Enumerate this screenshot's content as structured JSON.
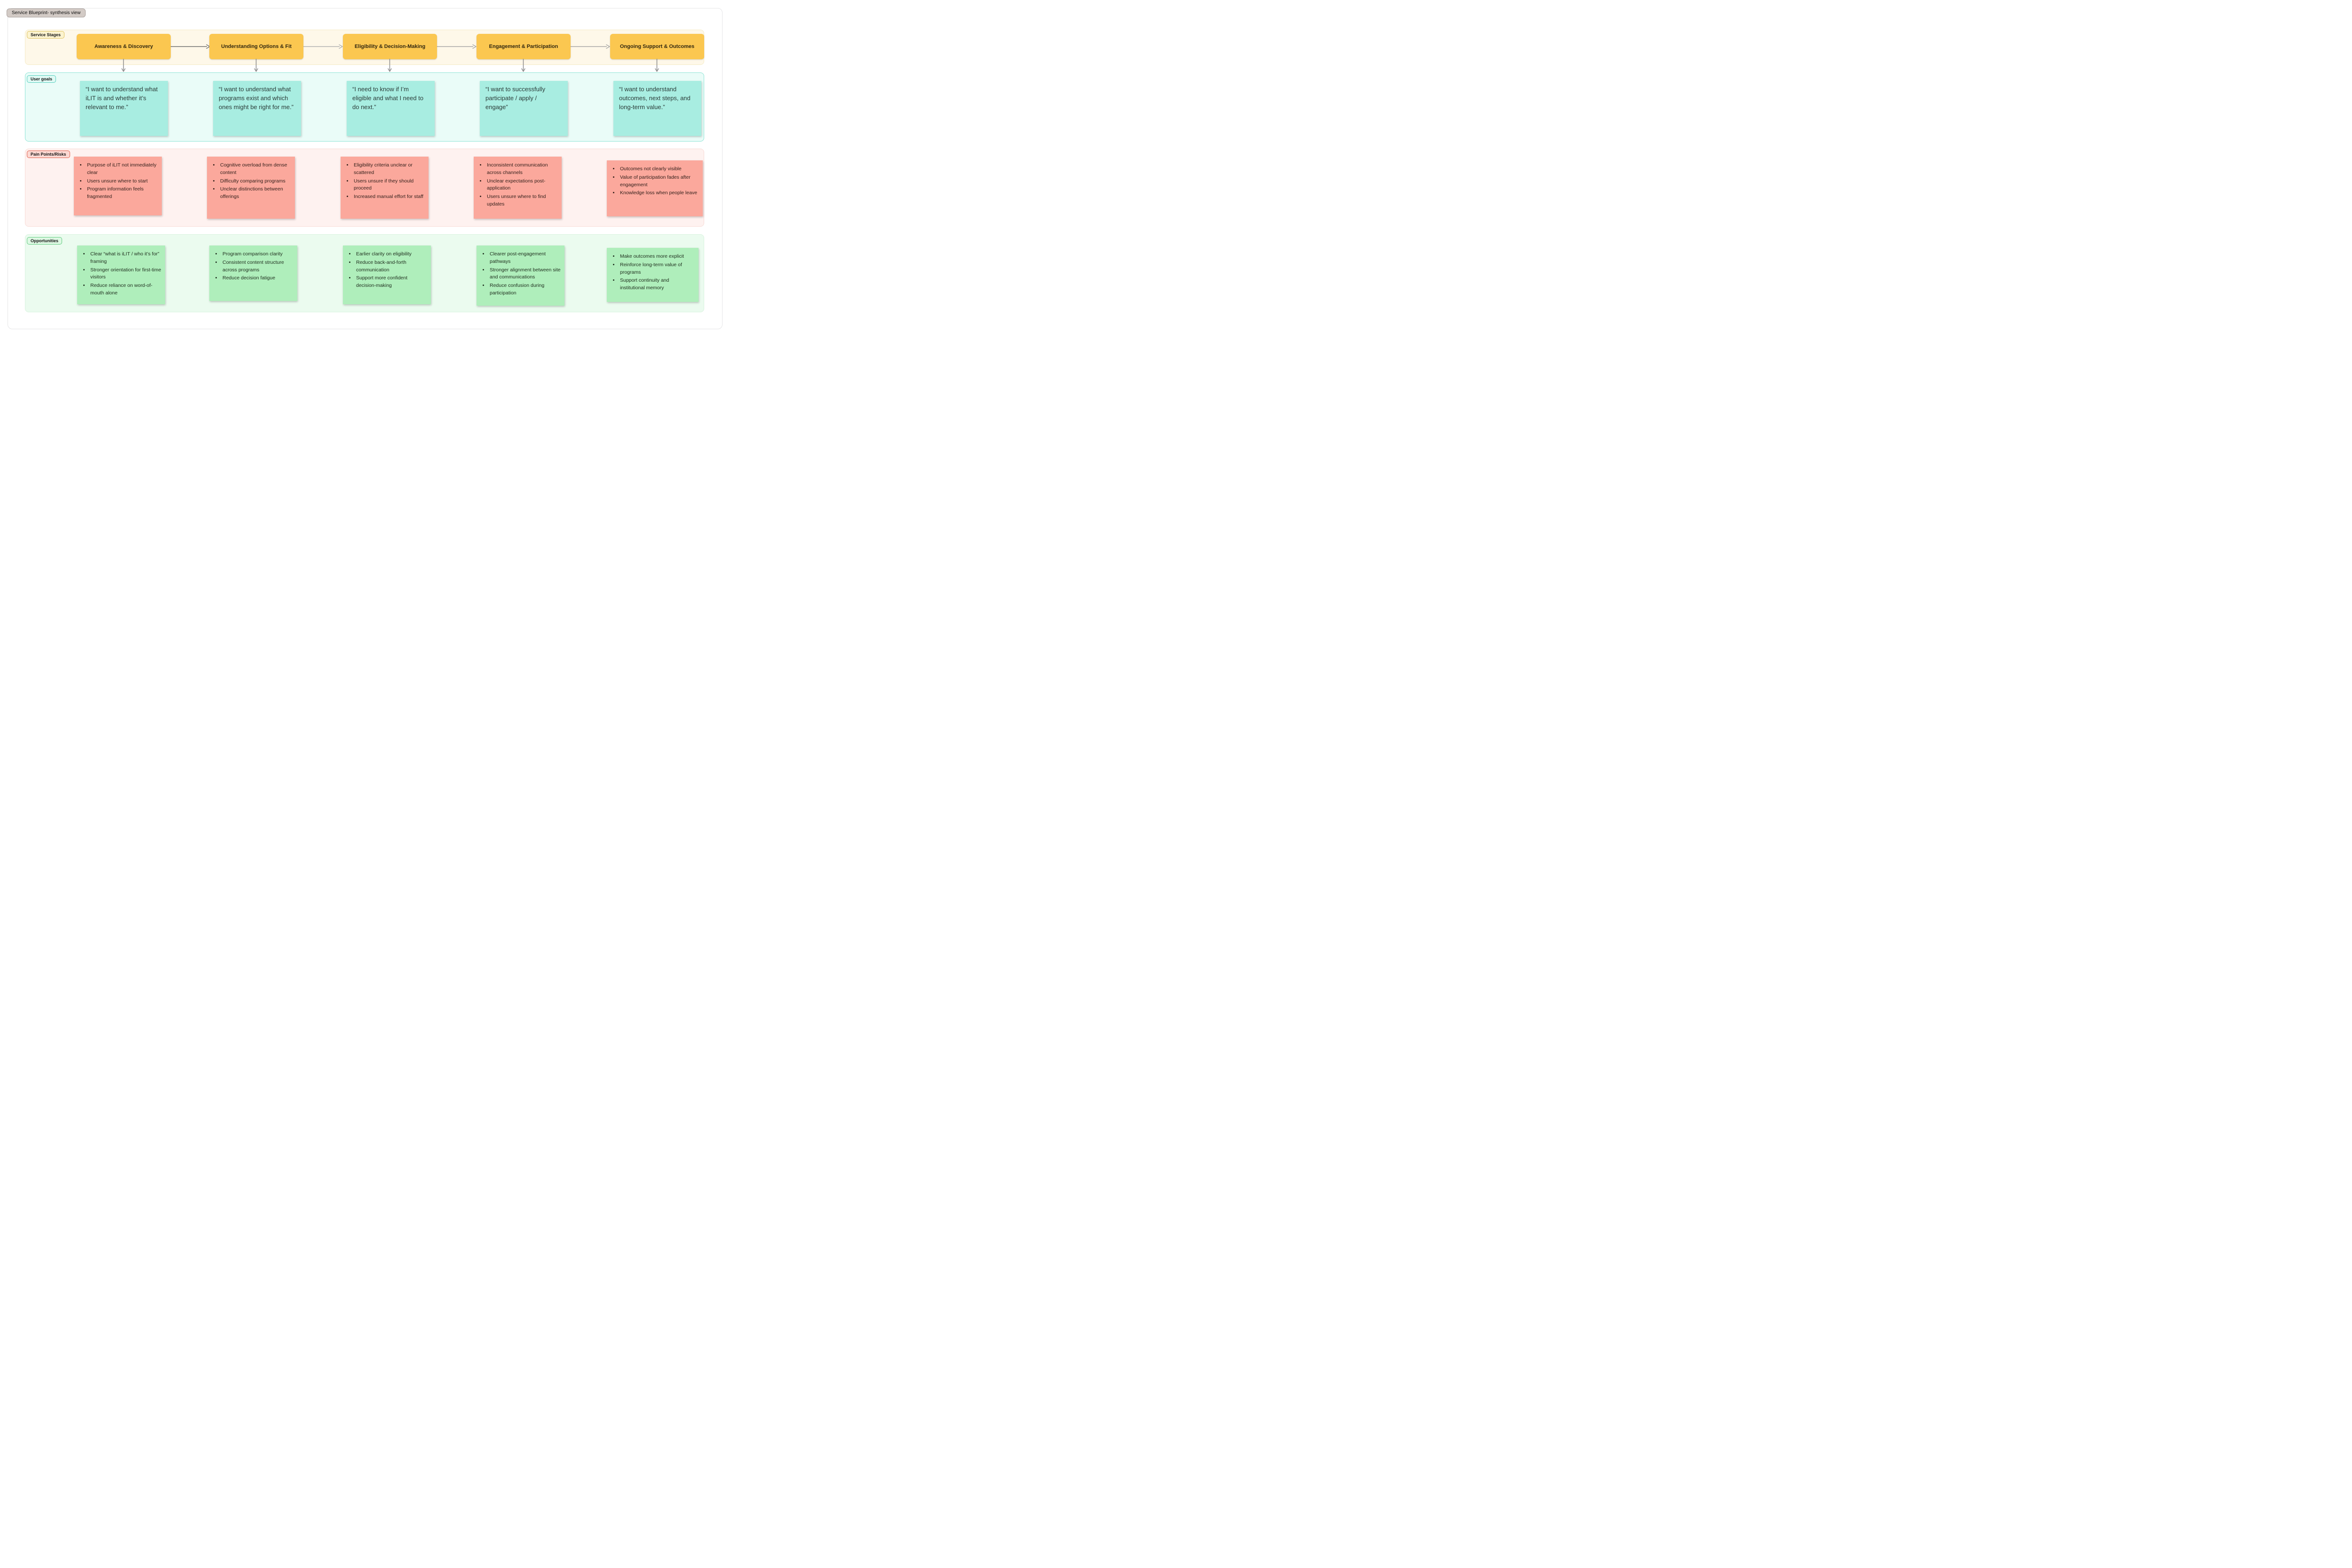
{
  "title": "Service Blueprint- synthesis view",
  "colors": {
    "stage_box_fill": "#FBC750",
    "stage_section_accent": "#DFC35F",
    "goal_sticky_fill": "#A8EDE1",
    "goal_section_accent": "#56CFBF",
    "pain_sticky_fill": "#FBA89C",
    "pain_section_accent": "#E2604E",
    "opportunity_sticky_fill": "#AFEEBB",
    "opportunity_section_accent": "#62CB80",
    "connector_gray": "#8A8A8A"
  },
  "sections": {
    "stages": {
      "label": "Service Stages",
      "items": [
        "Awareness & Discovery",
        "Understanding Options & Fit",
        "Eligibility & Decision-Making",
        "Engagement & Participation",
        "Ongoing Support & Outcomes"
      ]
    },
    "goals": {
      "label": "User goals",
      "items": [
        "“I want to understand what iLIT is and whether it’s relevant to me.”",
        "“I want to understand what programs exist and which ones might be right for me.”",
        "“I need to know if I’m eligible and what I need to do next.”",
        "“I want to successfully participate / apply / engage”",
        "“I want to understand outcomes, next steps, and long-term value.”"
      ]
    },
    "pain": {
      "label": "Pain Points/Risks",
      "items": [
        {
          "bullets": [
            "Purpose of iLIT not immediately clear",
            "Users unsure where to start",
            "Program information feels fragmented"
          ]
        },
        {
          "bullets": [
            "Cognitive overload from dense content",
            "Difficulty comparing programs",
            "Unclear distinctions between offerings"
          ]
        },
        {
          "bullets": [
            "Eligibility criteria unclear or scattered",
            "Users unsure if they should proceed",
            "Increased manual effort for staff"
          ]
        },
        {
          "bullets": [
            "Inconsistent communication across channels",
            "Unclear expectations post-application",
            "Users unsure where to find updates"
          ]
        },
        {
          "bullets": [
            "Outcomes not clearly visible",
            "Value of participation fades after engagement",
            "Knowledge loss when people leave"
          ]
        }
      ]
    },
    "opportunities": {
      "label": "Opportunities",
      "items": [
        {
          "bullets": [
            "Clear “what is iLIT / who it’s for” framing",
            "Stronger orientation for first-time visitors",
            "Reduce reliance on word-of-mouth alone"
          ]
        },
        {
          "bullets": [
            "Program comparison clarity",
            "Consistent content structure across programs",
            "Reduce decision fatigue"
          ]
        },
        {
          "bullets": [
            "Earlier clarity on eligibility",
            "Reduce back-and-forth communication",
            "Support more confident decision-making"
          ]
        },
        {
          "bullets": [
            "Clearer post-engagement pathways",
            "Stronger alignment between site and communications",
            "Reduce confusion during participation"
          ]
        },
        {
          "bullets": [
            "Make outcomes more explicit",
            "Reinforce long-term value of programs",
            "Support continuity and institutional memory"
          ]
        }
      ]
    }
  }
}
